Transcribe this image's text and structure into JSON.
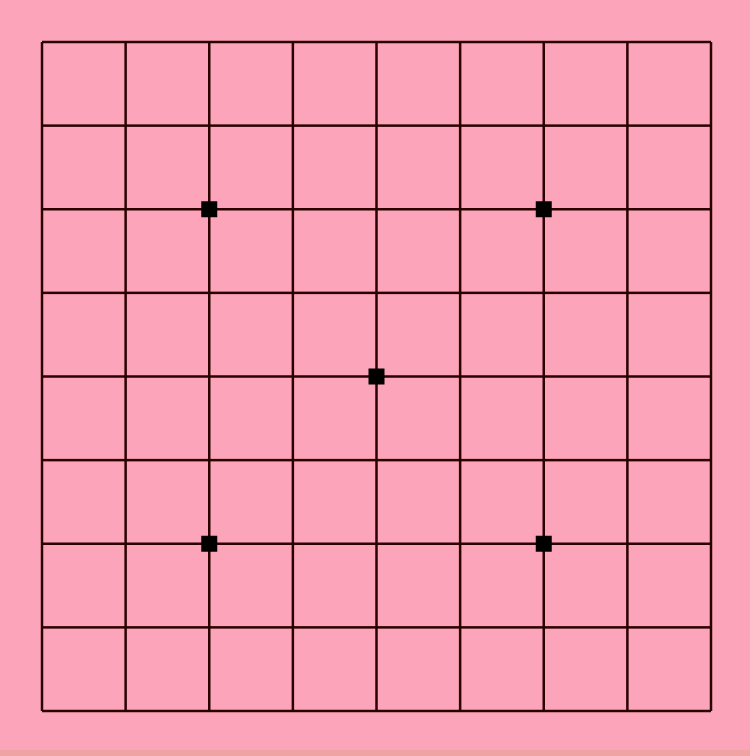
{
  "board": {
    "size": 9,
    "star_points": [
      {
        "col": 2,
        "row": 2
      },
      {
        "col": 6,
        "row": 2
      },
      {
        "col": 4,
        "row": 4
      },
      {
        "col": 2,
        "row": 6
      },
      {
        "col": 6,
        "row": 6
      }
    ],
    "colors": {
      "background": "#fca5ba",
      "line": "#2a0000",
      "star": "#000000",
      "bottom_edge": "#f0a3a3"
    }
  }
}
